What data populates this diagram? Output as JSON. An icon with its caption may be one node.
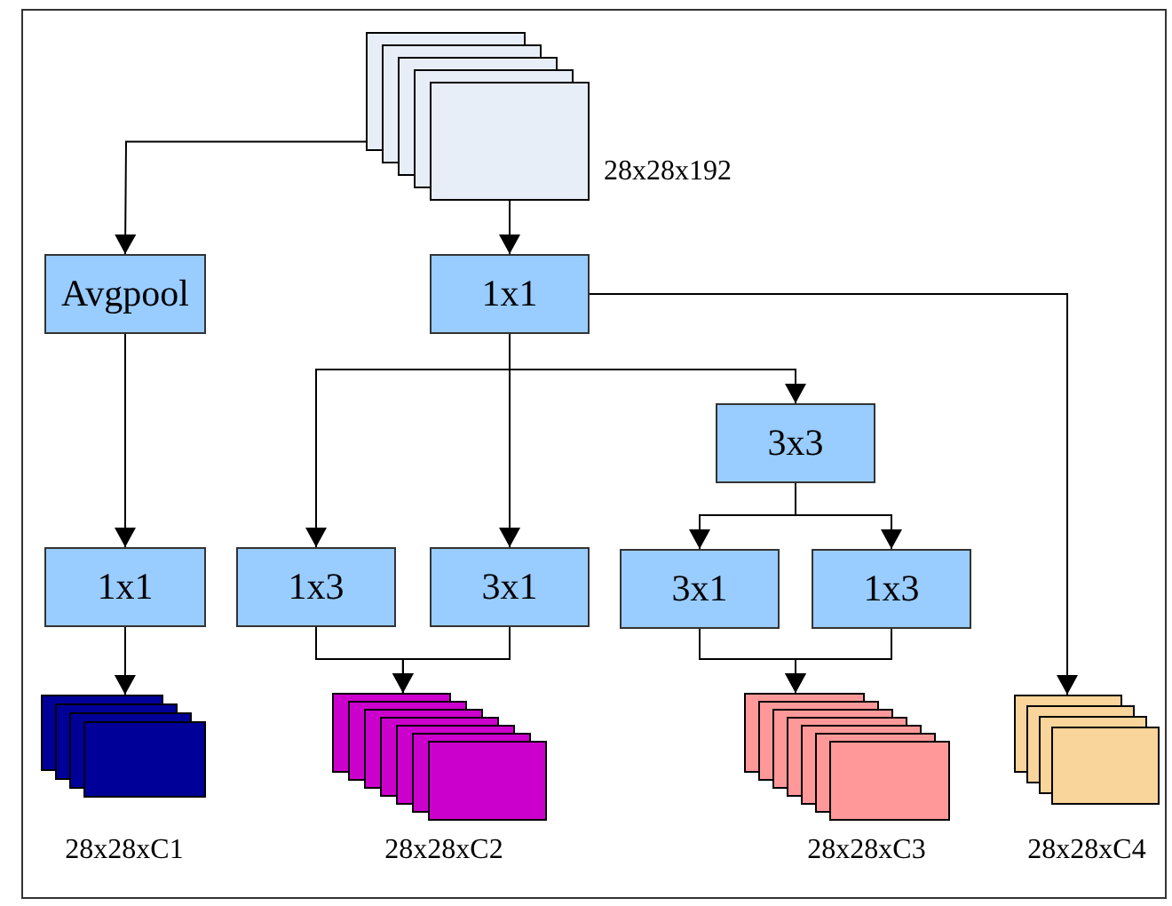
{
  "diagram": {
    "nodes": [
      {
        "text": [],
        "shape": "box",
        "beside": [
          "28x28x192"
        ]
      },
      {
        "text": [
          "Avgpool"
        ]
      },
      {
        "text": [
          "1x1"
        ]
      },
      {
        "text": [
          "3x3"
        ]
      },
      {
        "text": [
          "1x1"
        ]
      },
      {
        "text": [
          "1x3"
        ]
      },
      {
        "text": [
          "3x1"
        ]
      },
      {
        "text": [
          "3x1"
        ]
      },
      {
        "text": [
          "1x3"
        ]
      },
      {
        "text": [],
        "shape": "box",
        "beside": [
          "28x28xC1"
        ]
      },
      {
        "text": [],
        "shape": "box",
        "beside": [
          "28x28xC2"
        ]
      },
      {
        "text": [],
        "shape": "box",
        "beside": [
          "28x28xC3"
        ]
      },
      {
        "text": [],
        "shape": "box",
        "beside": [
          "28x28xC4"
        ]
      }
    ],
    "edges": [
      {
        "from": 0,
        "to": 1,
        "arrow": "to"
      },
      {
        "from": 0,
        "to": 2,
        "arrow": "to"
      },
      {
        "from": 1,
        "to": 4,
        "arrow": "to"
      },
      {
        "from": 2,
        "to": 5,
        "arrow": "to"
      },
      {
        "from": 2,
        "to": 6,
        "arrow": "to"
      },
      {
        "from": 2,
        "to": 3,
        "arrow": "to"
      },
      {
        "from": 2,
        "to": 12,
        "arrow": "to"
      },
      {
        "from": 3,
        "to": 7,
        "arrow": "to"
      },
      {
        "from": 3,
        "to": 8,
        "arrow": "to"
      },
      {
        "from": 4,
        "to": 9,
        "arrow": "to"
      },
      {
        "from": 5,
        "to": 10,
        "arrow": "to"
      },
      {
        "from": 6,
        "to": 10,
        "arrow": "to"
      },
      {
        "from": 7,
        "to": 11,
        "arrow": "to"
      },
      {
        "from": 8,
        "to": 11,
        "arrow": "to"
      }
    ]
  }
}
